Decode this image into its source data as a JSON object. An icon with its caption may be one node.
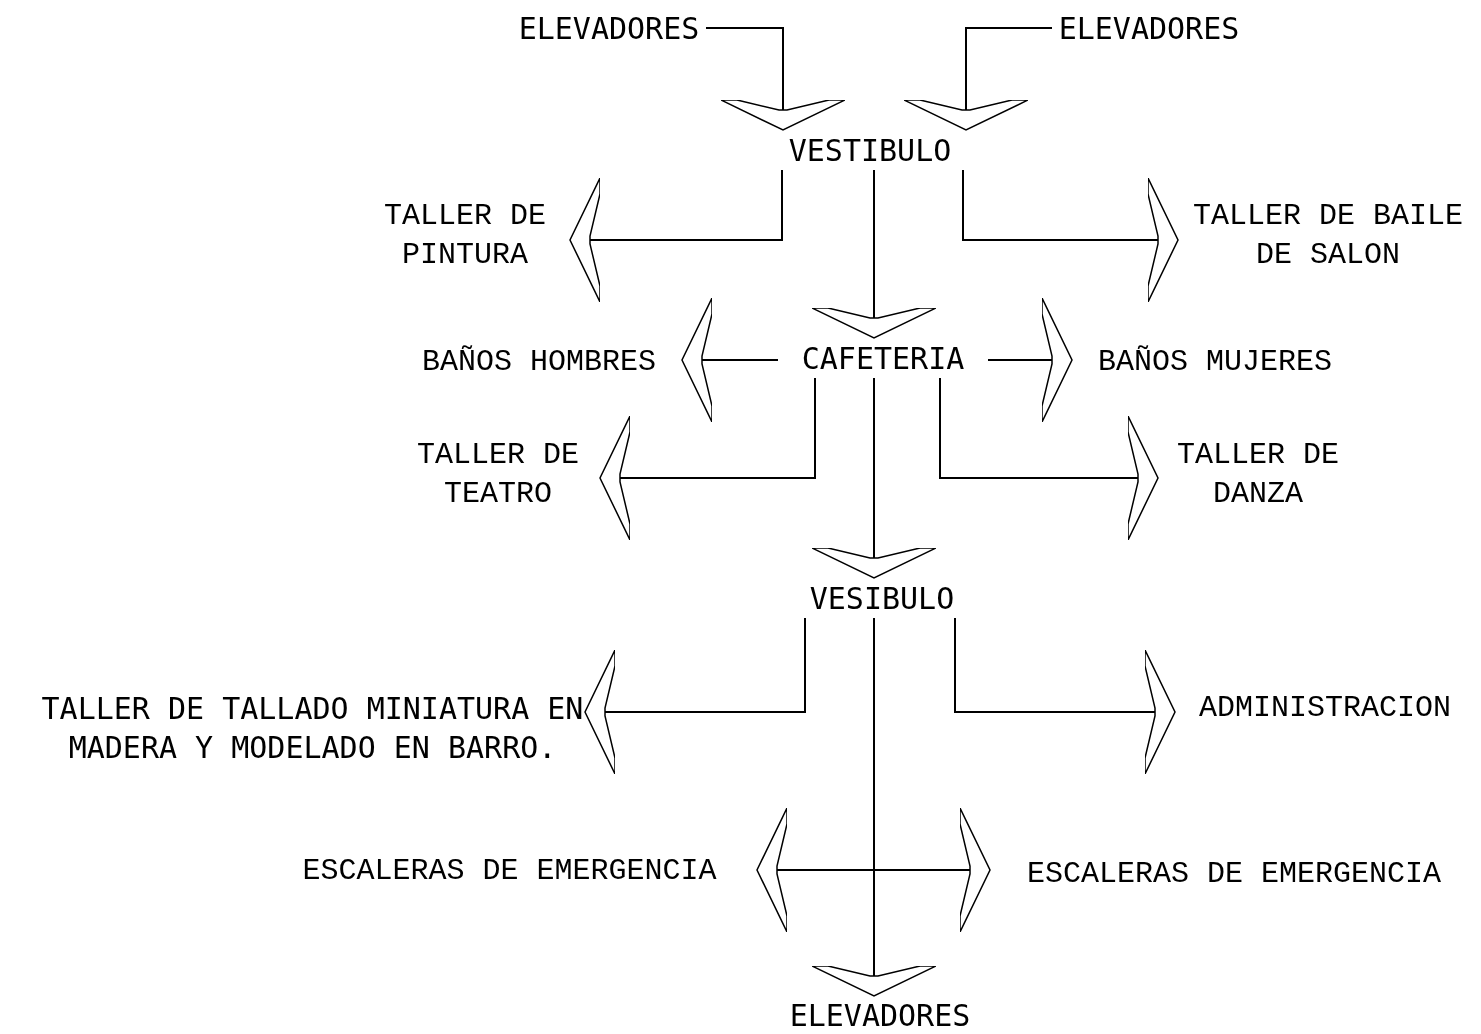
{
  "diagram": {
    "nodes": [
      {
        "text": [
          "ELEVADORES"
        ]
      },
      {
        "text": [
          "ELEVADORES"
        ]
      },
      {
        "text": [
          "VESTIBULO"
        ]
      },
      {
        "text": [
          "TALLER DE PINTURA"
        ]
      },
      {
        "text": [
          "TALLER DE BAILE DE SALON"
        ]
      },
      {
        "text": [
          "CAFETERIA"
        ]
      },
      {
        "text": [
          "BAÑOS HOMBRES"
        ]
      },
      {
        "text": [
          "BAÑOS MUJERES"
        ]
      },
      {
        "text": [
          "TALLER DE TEATRO"
        ]
      },
      {
        "text": [
          "TALLER DE DANZA"
        ]
      },
      {
        "text": [
          "VESIBULO"
        ]
      },
      {
        "text": [
          "TALLER DE TALLADO MINIATURA EN MADERA Y MODELADO EN BARRO."
        ]
      },
      {
        "text": [
          "ADMINISTRACION"
        ]
      },
      {
        "text": [
          "ESCALERAS DE EMERGENCIA"
        ]
      },
      {
        "text": [
          "ESCALERAS DE EMERGENCIA"
        ]
      },
      {
        "text": [
          "ELEVADORES"
        ]
      }
    ],
    "edges": [
      {
        "from": 0,
        "to": 2,
        "arrow": "to"
      },
      {
        "from": 1,
        "to": 2,
        "arrow": "to"
      },
      {
        "from": 2,
        "to": 3,
        "arrow": "to"
      },
      {
        "from": 2,
        "to": 4,
        "arrow": "to"
      },
      {
        "from": 2,
        "to": 5,
        "arrow": "to"
      },
      {
        "from": 5,
        "to": 6,
        "arrow": "to"
      },
      {
        "from": 5,
        "to": 7,
        "arrow": "to"
      },
      {
        "from": 5,
        "to": 8,
        "arrow": "to"
      },
      {
        "from": 5,
        "to": 9,
        "arrow": "to"
      },
      {
        "from": 5,
        "to": 10,
        "arrow": "to"
      },
      {
        "from": 10,
        "to": 11,
        "arrow": "to"
      },
      {
        "from": 10,
        "to": 12,
        "arrow": "to"
      },
      {
        "from": 10,
        "to": 13,
        "arrow": "to"
      },
      {
        "from": 10,
        "to": 14,
        "arrow": "to"
      },
      {
        "from": 10,
        "to": 15,
        "arrow": "to"
      }
    ]
  }
}
